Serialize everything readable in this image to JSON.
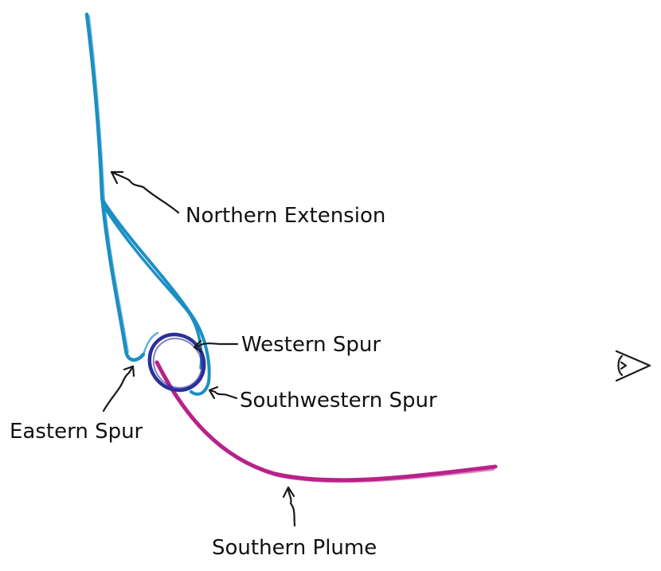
{
  "labels": {
    "northern_extension": "Northern Extension",
    "western_spur": "Western Spur",
    "southwestern_spur": "Southwestern Spur",
    "eastern_spur": "Eastern Spur",
    "southern_plume": "Southern Plume"
  },
  "icons": {
    "viewer": "eye-icon"
  },
  "colors": {
    "northern_stream": "#1b8fc4",
    "spur_loop": "#2c2f9a",
    "southern_plume": "#b8228a",
    "arrows": "#1a1a1a"
  }
}
